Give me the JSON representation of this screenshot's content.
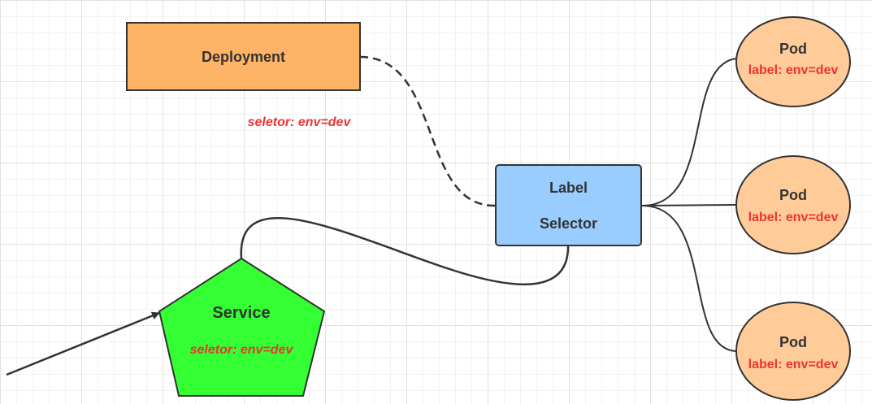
{
  "deployment": {
    "label": "Deployment",
    "fill": "#ffb366"
  },
  "deployment_selector": {
    "text": "seletor:  env=dev"
  },
  "label_selector": {
    "line1": "Label",
    "line2": "Selector",
    "fill": "#99ccff"
  },
  "service": {
    "label": "Service",
    "selector_text": "seletor:  env=dev",
    "fill": "#33ff33"
  },
  "pods": [
    {
      "label": "Pod",
      "label_text": "label: env=dev"
    },
    {
      "label": "Pod",
      "label_text": "label: env=dev"
    },
    {
      "label": "Pod",
      "label_text": "label: env=dev"
    }
  ],
  "colors": {
    "pod_fill": "#ffcc99",
    "red_text": "#ee3333",
    "edge": "#333333"
  }
}
